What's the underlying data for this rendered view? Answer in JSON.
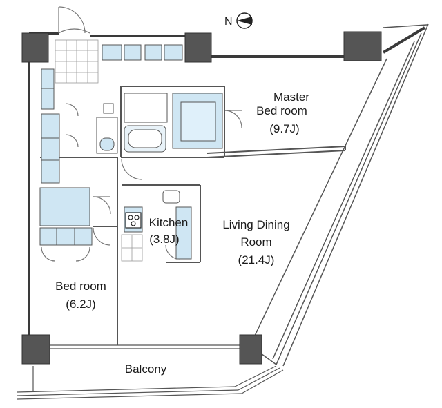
{
  "compass": {
    "letter": "N",
    "icon": "north-arrow-icon"
  },
  "colors": {
    "wall": "#3a3a3a",
    "pillar": "#555555",
    "fixture": "#cfe6f3",
    "line": "#555555"
  },
  "rooms": {
    "master_bed": {
      "line1": "Master",
      "line2": "Bed room",
      "size": "(9.7J)"
    },
    "living": {
      "line1": "Living Dining",
      "line2": "Room",
      "size": "(21.4J)"
    },
    "kitchen": {
      "name": "Kitchen",
      "size": "(3.8J)"
    },
    "bed": {
      "name": "Bed room",
      "size": "(6.2J)"
    },
    "balcony": {
      "name": "Balcony"
    }
  }
}
